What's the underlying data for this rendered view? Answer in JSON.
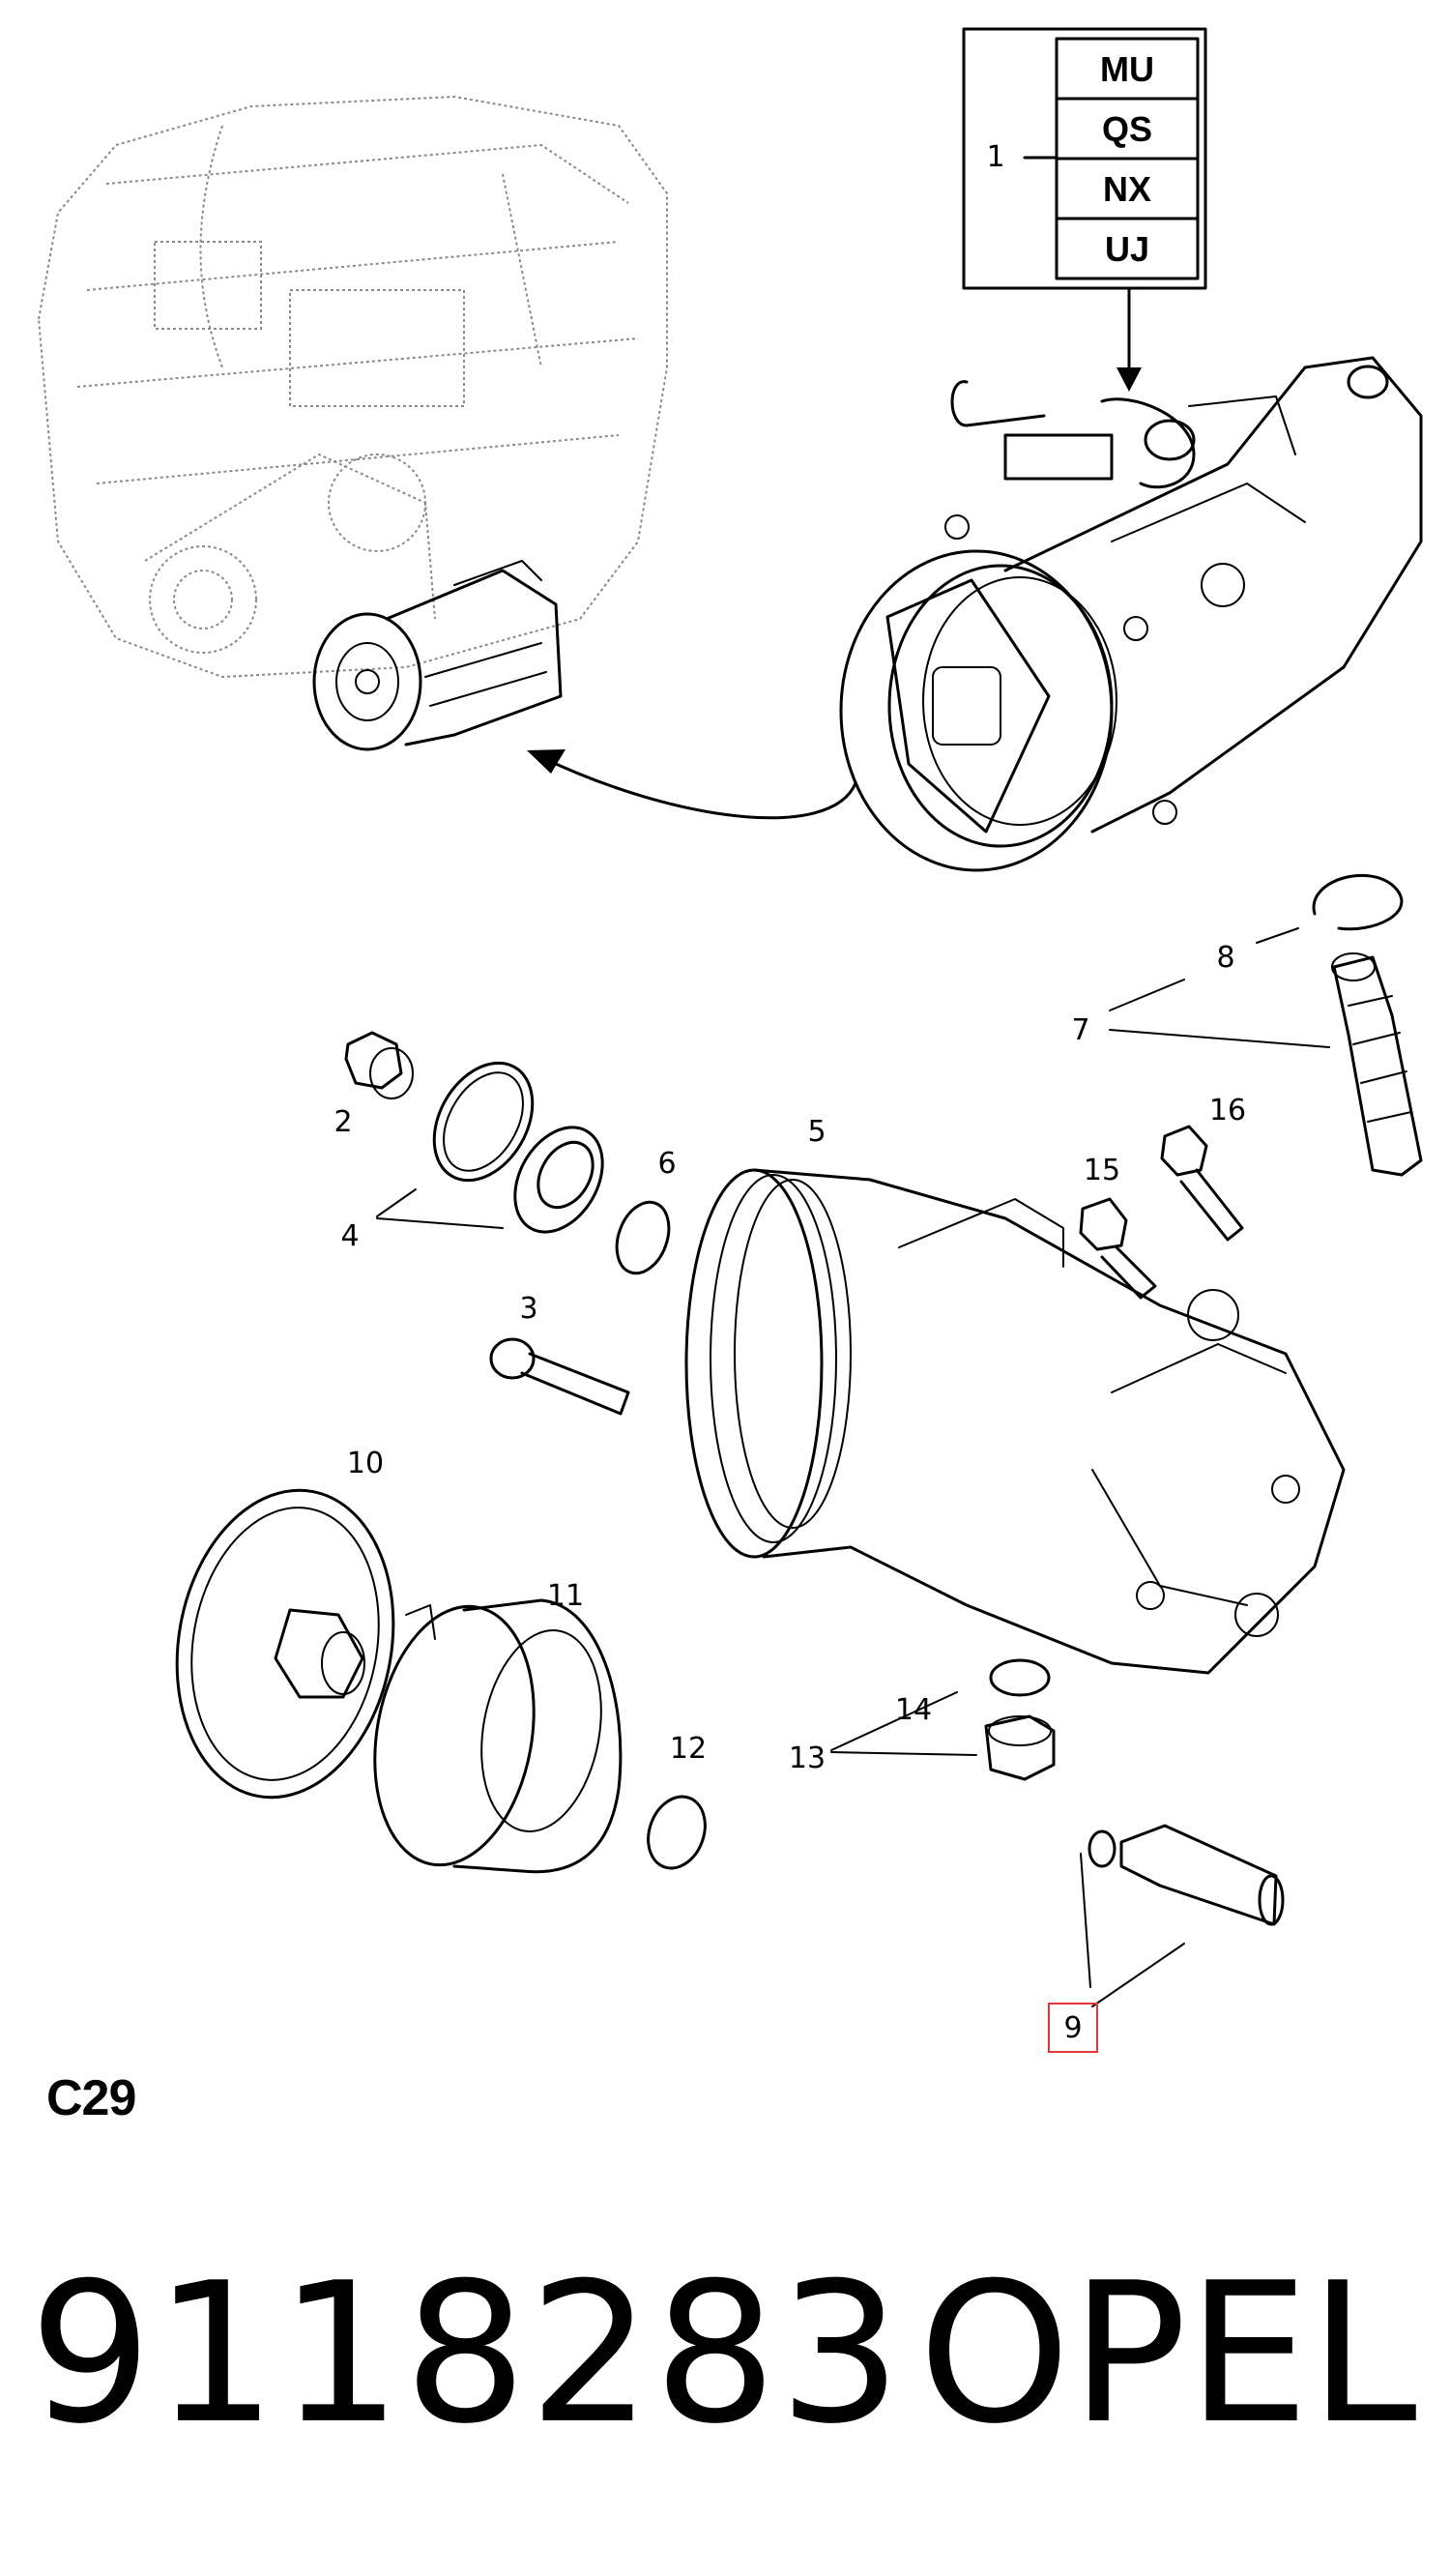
{
  "diagram": {
    "callouts": {
      "c1": "1",
      "c2": "2",
      "c3": "3",
      "c4": "4",
      "c5": "5",
      "c6": "6",
      "c7": "7",
      "c8": "8",
      "c9": "9",
      "c10": "10",
      "c11": "11",
      "c12": "12",
      "c13": "13",
      "c14": "14",
      "c15": "15",
      "c16": "16"
    },
    "variant_codes": [
      "MU",
      "QS",
      "NX",
      "UJ"
    ],
    "highlight_color": "#e53935"
  },
  "figure_code": "C29",
  "part_number": "9118283",
  "brand": "OPEL"
}
